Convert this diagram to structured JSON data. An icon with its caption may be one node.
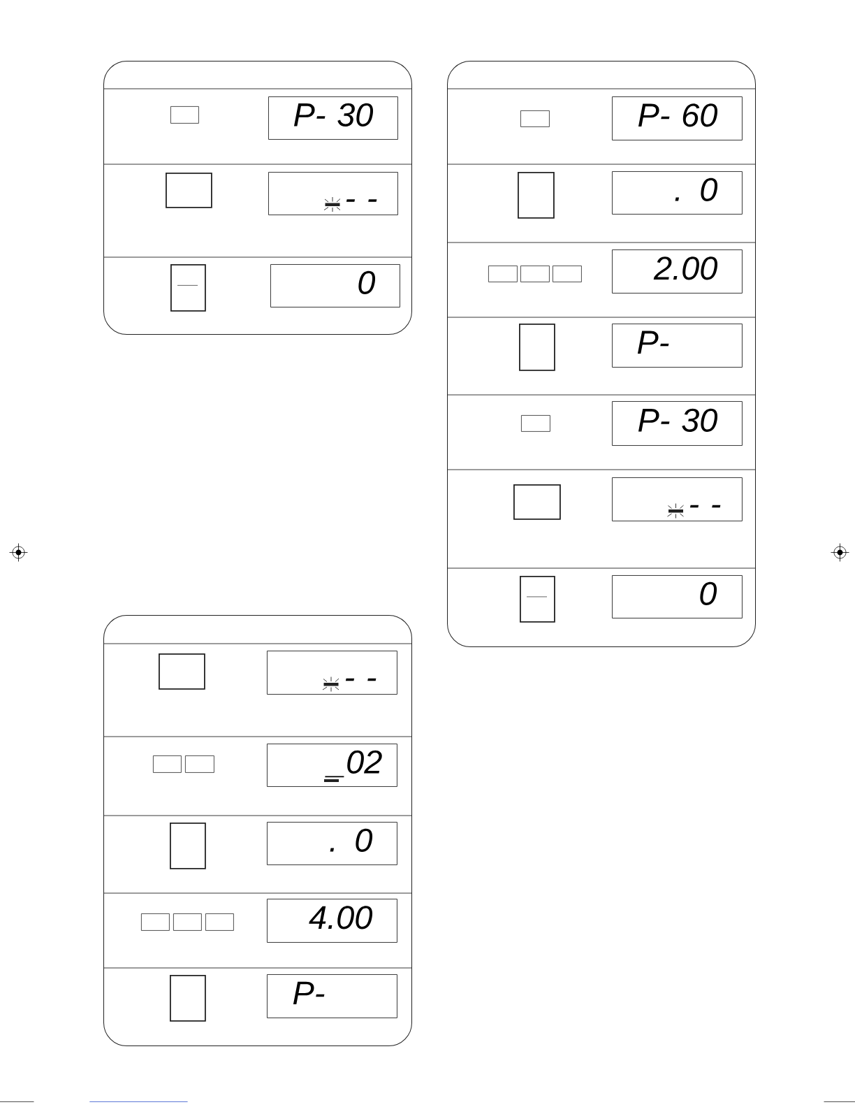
{
  "diagram": {
    "nodes": [
      {
        "text": [],
        "shape": "box"
      },
      {
        "text": [],
        "shape": "box",
        "in": 0
      },
      {
        "text": [
          "P- 30"
        ],
        "in": 0
      },
      {
        "text": [],
        "shape": "box",
        "in": 0
      },
      {
        "text": [
          "- -"
        ],
        "in": 0
      },
      {
        "text": [],
        "shape": "box",
        "in": 0
      },
      {
        "text": [
          "0"
        ],
        "in": 0
      },
      {
        "text": [],
        "shape": "box"
      },
      {
        "text": [],
        "shape": "box",
        "in": 7
      },
      {
        "text": [
          "- -"
        ],
        "in": 7
      },
      {
        "text": [],
        "shape": "box",
        "in": 7
      },
      {
        "text": [],
        "shape": "box",
        "in": 7
      },
      {
        "text": [
          "_02"
        ],
        "in": 7
      },
      {
        "text": [],
        "shape": "box",
        "in": 7
      },
      {
        "text": [
          ". 0"
        ],
        "in": 7
      },
      {
        "text": [],
        "shape": "box",
        "in": 7
      },
      {
        "text": [],
        "shape": "box",
        "in": 7
      },
      {
        "text": [],
        "shape": "box",
        "in": 7
      },
      {
        "text": [
          "4.00"
        ],
        "in": 7
      },
      {
        "text": [],
        "shape": "box",
        "in": 7
      },
      {
        "text": [
          "P-"
        ],
        "in": 7
      },
      {
        "text": [],
        "shape": "box"
      },
      {
        "text": [],
        "shape": "box",
        "in": 21
      },
      {
        "text": [
          "P- 60"
        ],
        "in": 21
      },
      {
        "text": [],
        "shape": "box",
        "in": 21
      },
      {
        "text": [
          ". 0"
        ],
        "in": 21
      },
      {
        "text": [],
        "shape": "box",
        "in": 21
      },
      {
        "text": [],
        "shape": "box",
        "in": 21
      },
      {
        "text": [],
        "shape": "box",
        "in": 21
      },
      {
        "text": [
          "2.00"
        ],
        "in": 21
      },
      {
        "text": [],
        "shape": "box",
        "in": 21
      },
      {
        "text": [
          "P-"
        ],
        "in": 21
      },
      {
        "text": [],
        "shape": "box",
        "in": 21
      },
      {
        "text": [
          "P- 30"
        ],
        "in": 21
      },
      {
        "text": [],
        "shape": "box",
        "in": 21
      },
      {
        "text": [
          "- -"
        ],
        "in": 21
      },
      {
        "text": [],
        "shape": "box",
        "in": 21
      },
      {
        "text": [
          "0"
        ],
        "in": 21
      }
    ]
  }
}
